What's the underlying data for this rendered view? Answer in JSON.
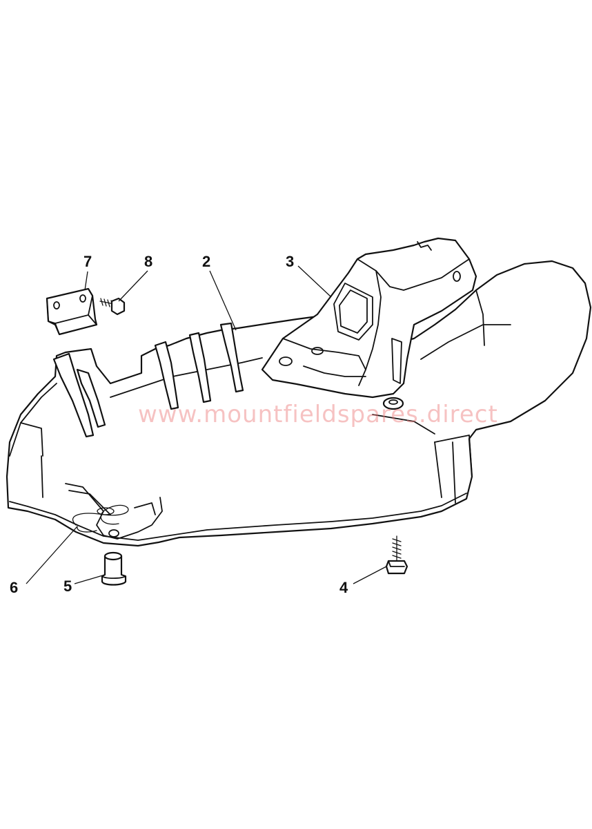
{
  "callouts": {
    "c2": "2",
    "c3": "3",
    "c4": "4",
    "c5": "5",
    "c6": "6",
    "c7": "7",
    "c8": "8"
  },
  "watermark": "www.mountfieldspares.direct"
}
